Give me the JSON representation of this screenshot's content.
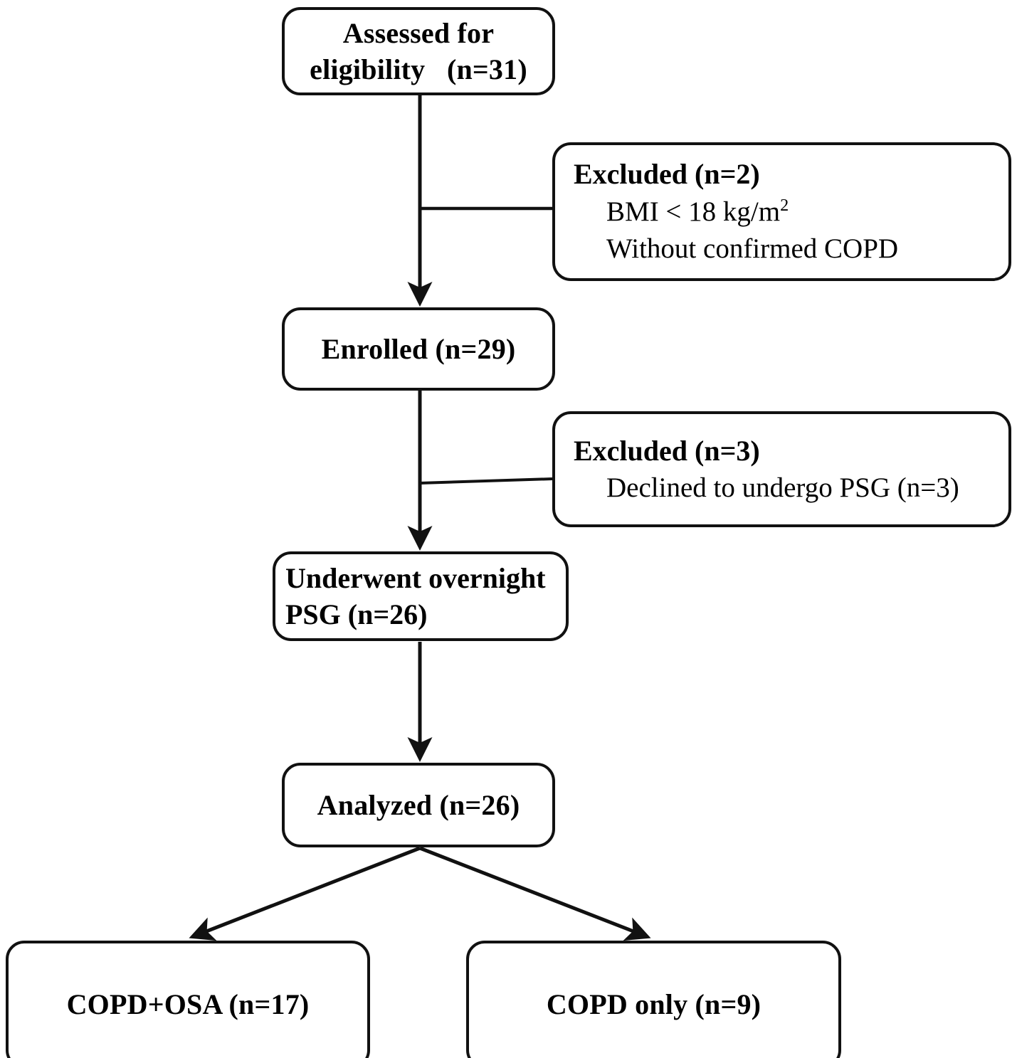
{
  "diagram": {
    "title": "CONSORT participant flow diagram",
    "stroke_color": "#111111",
    "background_color": "#ffffff"
  },
  "nodes": {
    "assessed": {
      "line1": "Assessed for",
      "line2": "eligibility   (n=31)"
    },
    "excluded_1": {
      "header": "Excluded (n=2)",
      "reason1": "BMI < 18 kg/m",
      "reason1_sup": "2",
      "reason2": "Without confirmed COPD"
    },
    "enrolled": {
      "line1": "Enrolled (n=29)"
    },
    "excluded_2": {
      "header": "Excluded (n=3)",
      "reason1": "Declined to undergo PSG (n=3)"
    },
    "psg": {
      "line1": "Underwent overnight",
      "line2": "PSG (n=26)"
    },
    "analyzed": {
      "line1": "Analyzed (n=26)"
    },
    "copd_osa": {
      "line1": "COPD+OSA (n=17)"
    },
    "copd_only": {
      "line1": "COPD only (n=9)"
    }
  },
  "connectors": [
    {
      "name": "assessed-to-enrolled",
      "type": "vertical-arrow"
    },
    {
      "name": "assessed-to-excluded-1",
      "type": "horizontal-branch"
    },
    {
      "name": "enrolled-to-psg",
      "type": "vertical-arrow"
    },
    {
      "name": "enrolled-to-excluded-2",
      "type": "horizontal-branch"
    },
    {
      "name": "psg-to-analyzed",
      "type": "vertical-arrow"
    },
    {
      "name": "analyzed-to-copd-osa",
      "type": "diagonal-arrow"
    },
    {
      "name": "analyzed-to-copd-only",
      "type": "diagonal-arrow"
    }
  ]
}
